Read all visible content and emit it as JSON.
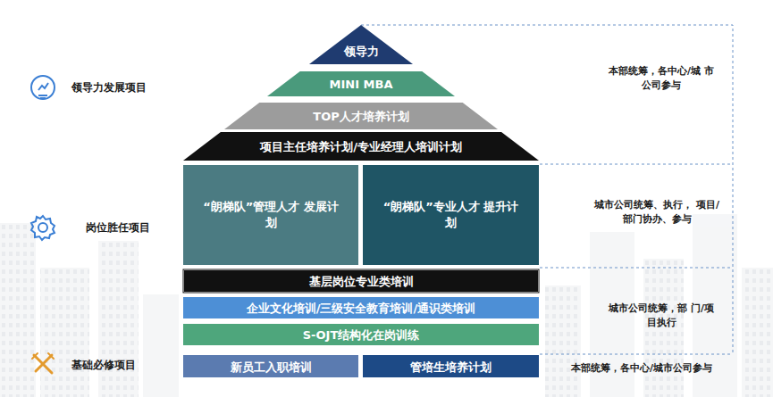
{
  "diagram": {
    "nodes": [
      {
        "text": [
          "领导力"
        ]
      },
      {
        "text": [
          "MINI  MBA"
        ]
      },
      {
        "text": [
          "TOP人才培养计划"
        ]
      },
      {
        "text": [
          "项目主任培养计划/专业经理人培训计划"
        ]
      },
      {
        "text": [
          "“朗梯队”管理人才 发展计划"
        ]
      },
      {
        "text": [
          "“朗梯队”专业人才 提升计划"
        ]
      },
      {
        "text": [
          "基层岗位专业类培训"
        ]
      },
      {
        "text": [
          "企业文化培训/三级安全教育培训/通识类培训"
        ]
      },
      {
        "text": [
          "S-OJT结构化在岗训练"
        ]
      },
      {
        "text": [
          "新员工入职培训"
        ]
      },
      {
        "text": [
          "管培生培养计划"
        ]
      }
    ],
    "labels": [
      "领导力发展项目",
      "本部统筹，各中心/城 市公司参与",
      "岗位胜任项目",
      "城市公司统筹、执行， 项目/部门协办、参与",
      "城市公司统筹，部 门/项目执行",
      "基础必修项目",
      "本部统筹，各中心/城市公司参与"
    ]
  }
}
